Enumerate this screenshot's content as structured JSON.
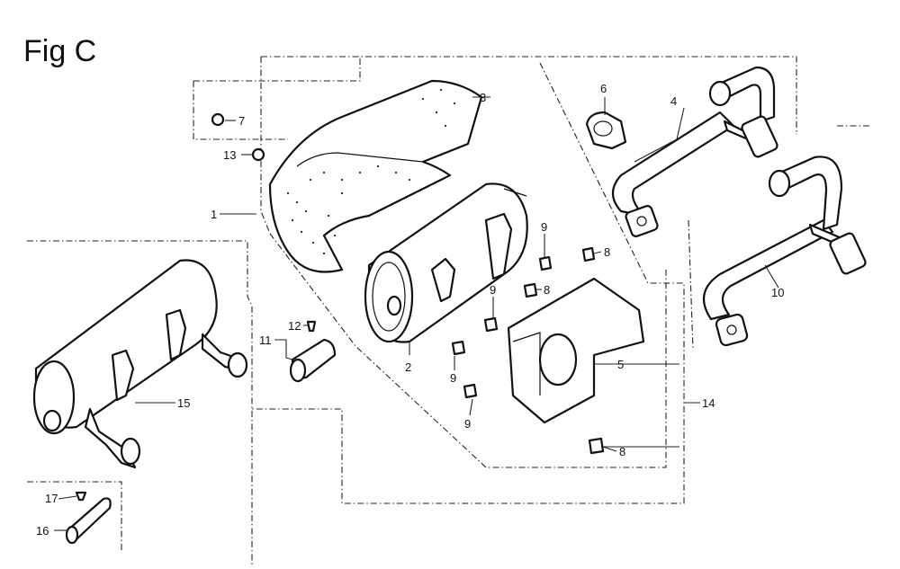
{
  "figure": {
    "title": "Fig C"
  },
  "callouts": {
    "c1": "1",
    "c2": "2",
    "c3": "3",
    "c4": "4",
    "c5": "5",
    "c6": "6",
    "c7": "7",
    "c8a": "8",
    "c8b": "8",
    "c8c": "8",
    "c9a": "9",
    "c9b": "9",
    "c9c": "9",
    "c9d": "9",
    "c10": "10",
    "c11": "11",
    "c12": "12",
    "c13": "13",
    "c14": "14",
    "c15": "15",
    "c16": "16",
    "c17": "17"
  }
}
